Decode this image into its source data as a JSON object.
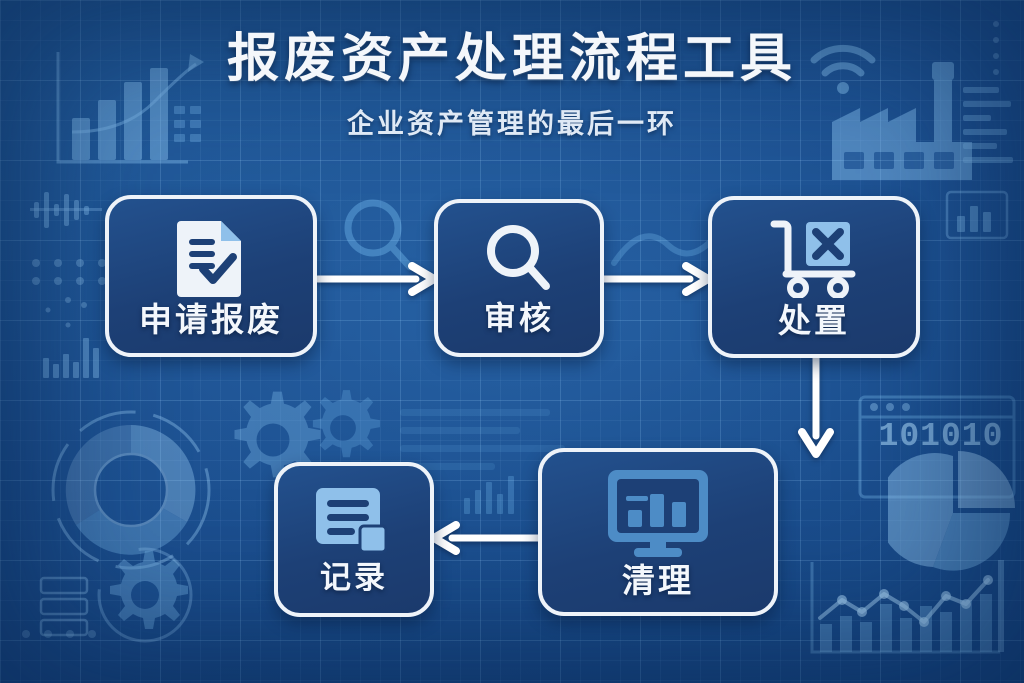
{
  "header": {
    "title": "报废资产处理流程工具",
    "subtitle": "企业资产管理的最后一环"
  },
  "theme": {
    "background": "#1f5596",
    "grid_line": "#9fd0fa",
    "card_fill": "#1d4076",
    "card_border": "#eef3f9",
    "text": "#f3f7fc",
    "icon_light": "#e9f0f8",
    "icon_accent": "#8fc0ea",
    "arrow": "#ffffff"
  },
  "flow": {
    "steps": [
      {
        "id": "apply",
        "label": "申请报废",
        "icon": "document-check-icon"
      },
      {
        "id": "review",
        "label": "审核",
        "icon": "magnifier-icon"
      },
      {
        "id": "dispose",
        "label": "处置",
        "icon": "cart-box-x-icon"
      },
      {
        "id": "clean",
        "label": "清理",
        "icon": "monitor-bar-chart-icon"
      },
      {
        "id": "record",
        "label": "记录",
        "icon": "record-note-icon"
      }
    ],
    "connectors": [
      {
        "id": "apply-to-review",
        "direction": "right",
        "icon": "arrow-right-icon"
      },
      {
        "id": "review-to-dispose",
        "direction": "right",
        "icon": "arrow-right-icon"
      },
      {
        "id": "dispose-to-clean",
        "direction": "down",
        "icon": "arrow-down-icon"
      },
      {
        "id": "clean-to-record",
        "direction": "left",
        "icon": "arrow-left-icon"
      }
    ]
  },
  "background_decorations": {
    "binary_text": "101010",
    "items": [
      {
        "id": "bar-chart-arrow",
        "icon": "bar-chart-growth-icon",
        "position": "top-left"
      },
      {
        "id": "waveform",
        "icon": "waveform-icon",
        "position": "left"
      },
      {
        "id": "dot-matrix-left",
        "icon": "dot-matrix-icon",
        "position": "left"
      },
      {
        "id": "mini-bars-left",
        "icon": "mini-bar-chart-icon",
        "position": "left"
      },
      {
        "id": "donut-chart",
        "icon": "donut-chart-icon",
        "position": "mid-left"
      },
      {
        "id": "gear-large",
        "icon": "gear-icon",
        "position": "mid-left"
      },
      {
        "id": "gear-small",
        "icon": "gear-icon",
        "position": "lower-left"
      },
      {
        "id": "list-rows",
        "icon": "list-rows-icon",
        "position": "lower-left"
      },
      {
        "id": "gear-center",
        "icon": "gear-icon",
        "position": "center"
      },
      {
        "id": "magnifier-ghost",
        "icon": "magnifier-icon",
        "position": "center-top"
      },
      {
        "id": "mini-bars-center",
        "icon": "mini-bar-chart-icon",
        "position": "center"
      },
      {
        "id": "wifi",
        "icon": "wifi-icon",
        "position": "top-right"
      },
      {
        "id": "factory",
        "icon": "factory-icon",
        "position": "top-right"
      },
      {
        "id": "equalizer-right",
        "icon": "equalizer-icon",
        "position": "top-right"
      },
      {
        "id": "browser-window",
        "icon": "browser-window-icon",
        "position": "right"
      },
      {
        "id": "pie-chart",
        "icon": "pie-chart-icon",
        "position": "right"
      },
      {
        "id": "line-bar-chart",
        "icon": "line-bar-chart-icon",
        "position": "bottom-right"
      },
      {
        "id": "trend-line",
        "icon": "trend-line-icon",
        "position": "center-right"
      }
    ]
  }
}
